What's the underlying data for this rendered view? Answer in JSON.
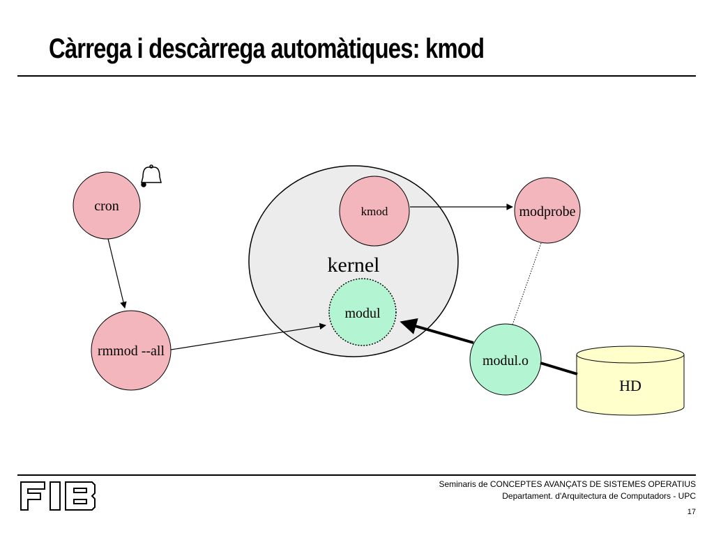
{
  "slide": {
    "title": "Càrrega i descàrrega automàtiques: kmod",
    "page_number": "17"
  },
  "diagram": {
    "nodes": {
      "cron": "cron",
      "rmmod": "rmmod --all",
      "kernel": "kernel",
      "kmod": "kmod",
      "modul": "modul",
      "modprobe": "modprobe",
      "modul_o": "modul.o",
      "hd": "HD"
    },
    "icons": [
      "bell-icon"
    ]
  },
  "footer": {
    "line1": "Seminaris de CONCEPTES AVANÇATS DE SISTEMES OPERATIUS",
    "line2": "Departament.  d'Arquitectura de Computadors - UPC",
    "logo_text": "FIB"
  },
  "colors": {
    "process_fill": "#f4b6bd",
    "module_fill": "#b3f5d3",
    "kernel_fill": "#ececec",
    "disk_fill": "#ffffcc"
  }
}
